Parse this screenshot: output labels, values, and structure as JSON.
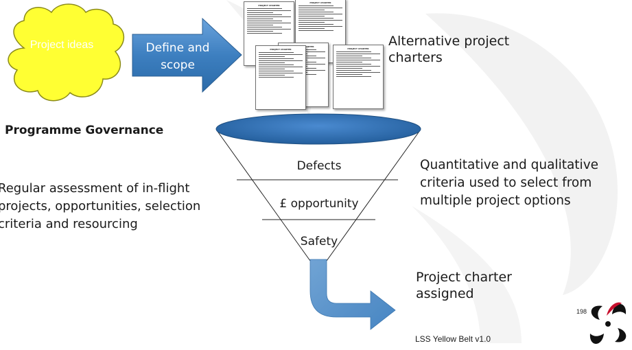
{
  "cloud": {
    "label": "Project ideas"
  },
  "define_arrow": {
    "label": "Define and scope"
  },
  "charters": {
    "doc_title": "PROJECT CHARTER",
    "caption": "Alternative project charters"
  },
  "governance": {
    "title": "Programme Governance",
    "description": "Regular assessment of in-flight projects, opportunities, selection criteria and resourcing"
  },
  "funnel": {
    "levels": [
      "Defects",
      "£ opportunity",
      "Safety"
    ]
  },
  "criteria_note": "Quantitative and qualitative criteria used to select from multiple project options",
  "outcome": "Project charter assigned",
  "footer": {
    "text": "LSS Yellow Belt v1.0",
    "page_number": "198"
  },
  "colors": {
    "cloud_fill": "#ffff33",
    "arrow_fill": "#3d7fc0",
    "ellipse_fill": "#2f72b3",
    "logo_red": "#c8102e"
  }
}
